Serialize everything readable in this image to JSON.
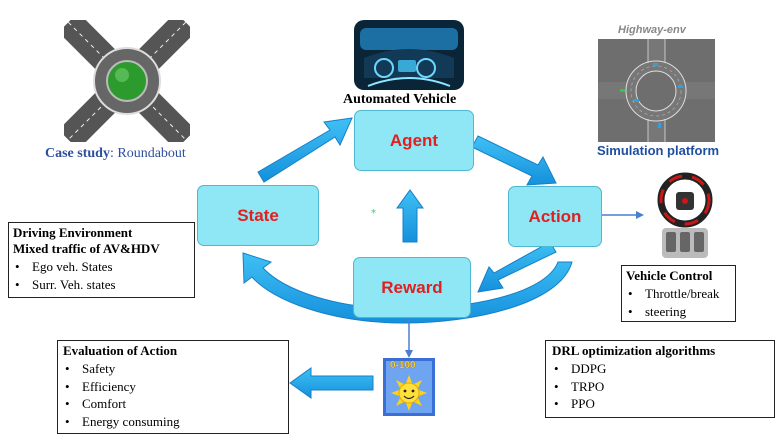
{
  "nodes": {
    "agent": "Agent",
    "state": "State",
    "action": "Action",
    "reward": "Reward"
  },
  "captions": {
    "automated_vehicle": "Automated Vehicle",
    "case_study_label": "Case study",
    "case_study_value": ": Roundabout",
    "highway_env": "Highway-env",
    "simulation_platform": "Simulation platform",
    "score_badge": "0-100"
  },
  "boxes": {
    "driving_env": {
      "title1": "Driving Environment",
      "title2": "Mixed traffic of AV&HDV",
      "items": [
        "Ego veh. States",
        "Surr. Veh. states"
      ]
    },
    "vehicle_control": {
      "title": "Vehicle Control",
      "items": [
        "Throttle/break",
        "steering"
      ]
    },
    "evaluation": {
      "title": "Evaluation of Action",
      "items": [
        "Safety",
        "Efficiency",
        "Comfort",
        "Energy consuming"
      ]
    },
    "drl": {
      "title": "DRL optimization algorithms",
      "items": [
        "DDPG",
        "TRPO",
        "PPO"
      ]
    }
  },
  "colors": {
    "node_fill": "#8fe6f5",
    "arrow_blue": "#1fa0e6",
    "case_study_blue": "#2e4f9e",
    "sim_platform_blue": "#1f4fa0",
    "reward_red": "#e02020"
  },
  "icons": [
    "roundabout-icon",
    "car-cockpit-image",
    "highway-env-image",
    "steering-wheel-icon",
    "sun-score-icon"
  ]
}
